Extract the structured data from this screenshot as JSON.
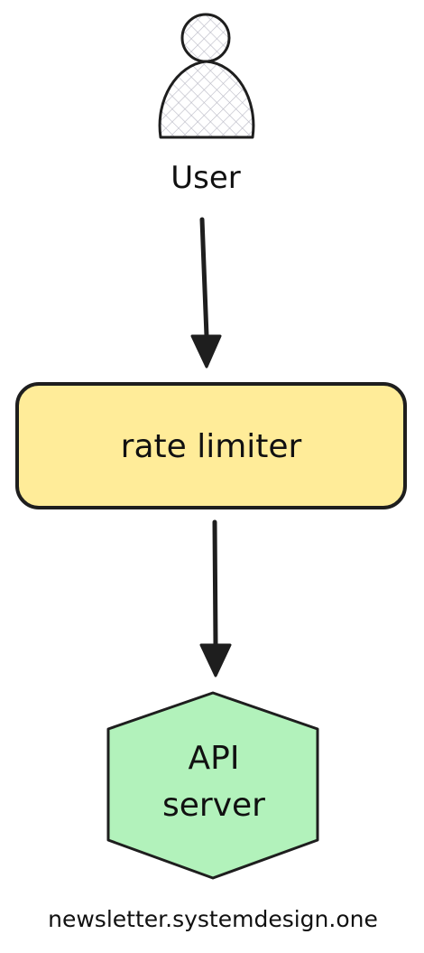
{
  "nodes": {
    "user": {
      "label": "User"
    },
    "rate_limiter": {
      "label": "rate limiter"
    },
    "api_server": {
      "line1": "API",
      "line2": "server"
    }
  },
  "footer": {
    "text": "newsletter.systemdesign.one"
  },
  "colors": {
    "stroke": "#1e1e1e",
    "rate_limiter_fill": "#ffec99",
    "api_server_fill": "#b2f2bb",
    "user_hatch": "#b9b9c4"
  }
}
